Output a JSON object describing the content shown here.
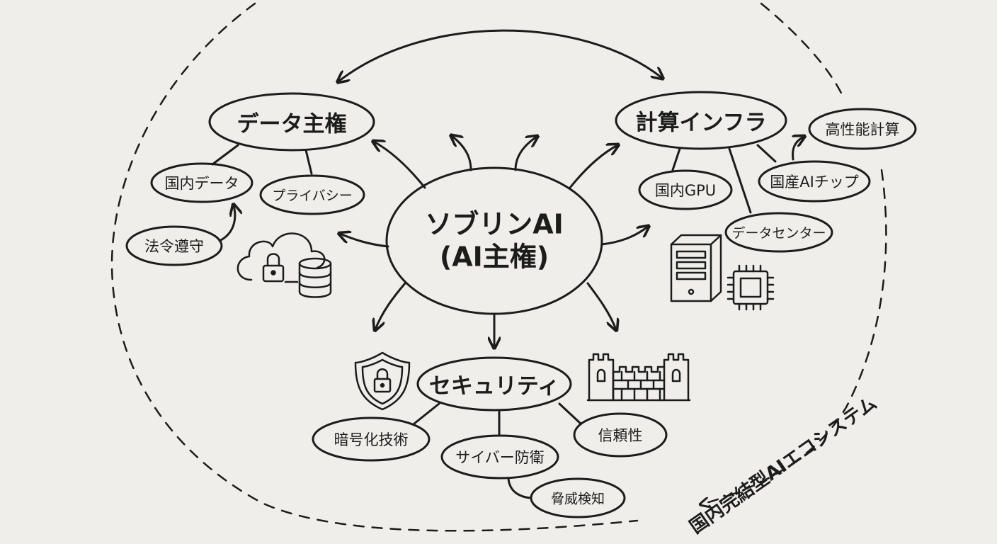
{
  "center": {
    "title": "ソブリンAI",
    "subtitle": "(AI主権)"
  },
  "data_sovereignty": {
    "title": "データ主権",
    "items": [
      "国内データ",
      "プライバシー",
      "法令遵守"
    ]
  },
  "compute_infra": {
    "title": "計算インフラ",
    "items": [
      "国内GPU",
      "国産AIチップ",
      "データセンター",
      "高性能計算"
    ]
  },
  "security": {
    "title": "セキュリティ",
    "items": [
      "暗号化技術",
      "サイバー防衛",
      "信頼性",
      "脅威検知"
    ]
  },
  "ecosystem_label": "国内完結型AIエコシステム",
  "icons": [
    "cloud-lock-icon",
    "database-icon",
    "server-icon",
    "chip-icon",
    "shield-lock-icon",
    "castle-wall-icon"
  ],
  "colors": {
    "ink": "#1c1c1c",
    "paper": "#efeeea"
  }
}
